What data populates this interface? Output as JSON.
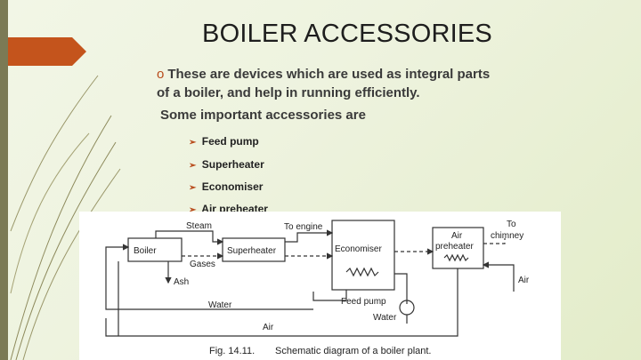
{
  "slide": {
    "title": "BOILER ACCESSORIES",
    "intro_bullet": "o",
    "intro_line1": "These are devices which are used as integral parts",
    "intro_line2": "of a boiler, and help in running efficiently.",
    "subheading": "Some important accessories are",
    "list_marker": "➢",
    "items": [
      "Feed pump",
      "Superheater",
      "Economiser",
      "Air preheater"
    ]
  },
  "diagram": {
    "boxes": {
      "boiler": "Boiler",
      "superheater": "Superheater",
      "economiser": "Economiser",
      "air_preheater_1": "Air",
      "air_preheater_2": "preheater"
    },
    "labels": {
      "steam": "Steam",
      "to_engine": "To engine",
      "gases": "Gases",
      "ash": "Ash",
      "to_chimney_1": "To",
      "to_chimney_2": "chimney",
      "air_right": "Air",
      "feed_pump": "Feed pump",
      "water_left": "Water",
      "water_pump": "Water",
      "air_bottom": "Air"
    },
    "caption_num": "Fig. 14.11.",
    "caption_text": "Schematic diagram of a boiler plant."
  },
  "colors": {
    "accent": "#b84a1a",
    "flag": "#c4541c",
    "bar": "#7b7a55"
  }
}
